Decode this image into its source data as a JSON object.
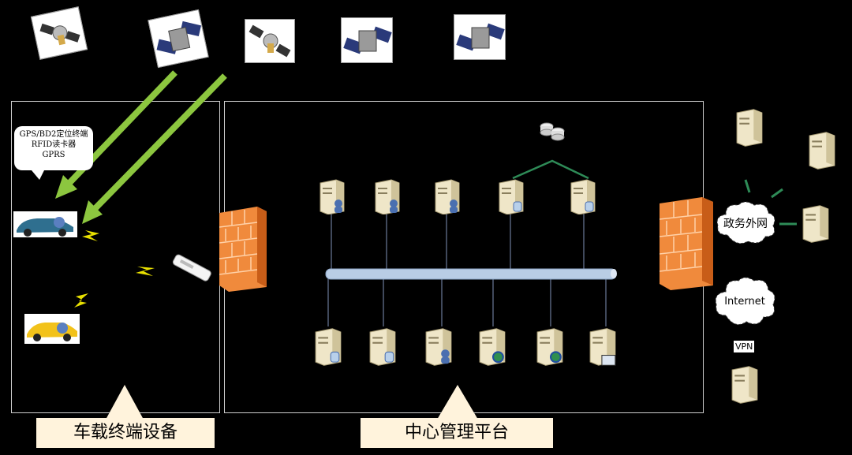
{
  "callout": {
    "line1": "GPS/BD2定位终端",
    "line2": "RFID读卡器",
    "line3": "GPRS"
  },
  "labels": {
    "vehicle": "车载终端设备",
    "center": "中心管理平台"
  },
  "clouds": {
    "gov": "政务外网",
    "internet": "Internet"
  },
  "vpn": "VPN",
  "colors": {
    "arrow": "#8cc63f",
    "bus": "#b9cde5",
    "tree": "#2e8b57",
    "firewall": "#f08a3c",
    "label_bg": "#fff3dc"
  }
}
